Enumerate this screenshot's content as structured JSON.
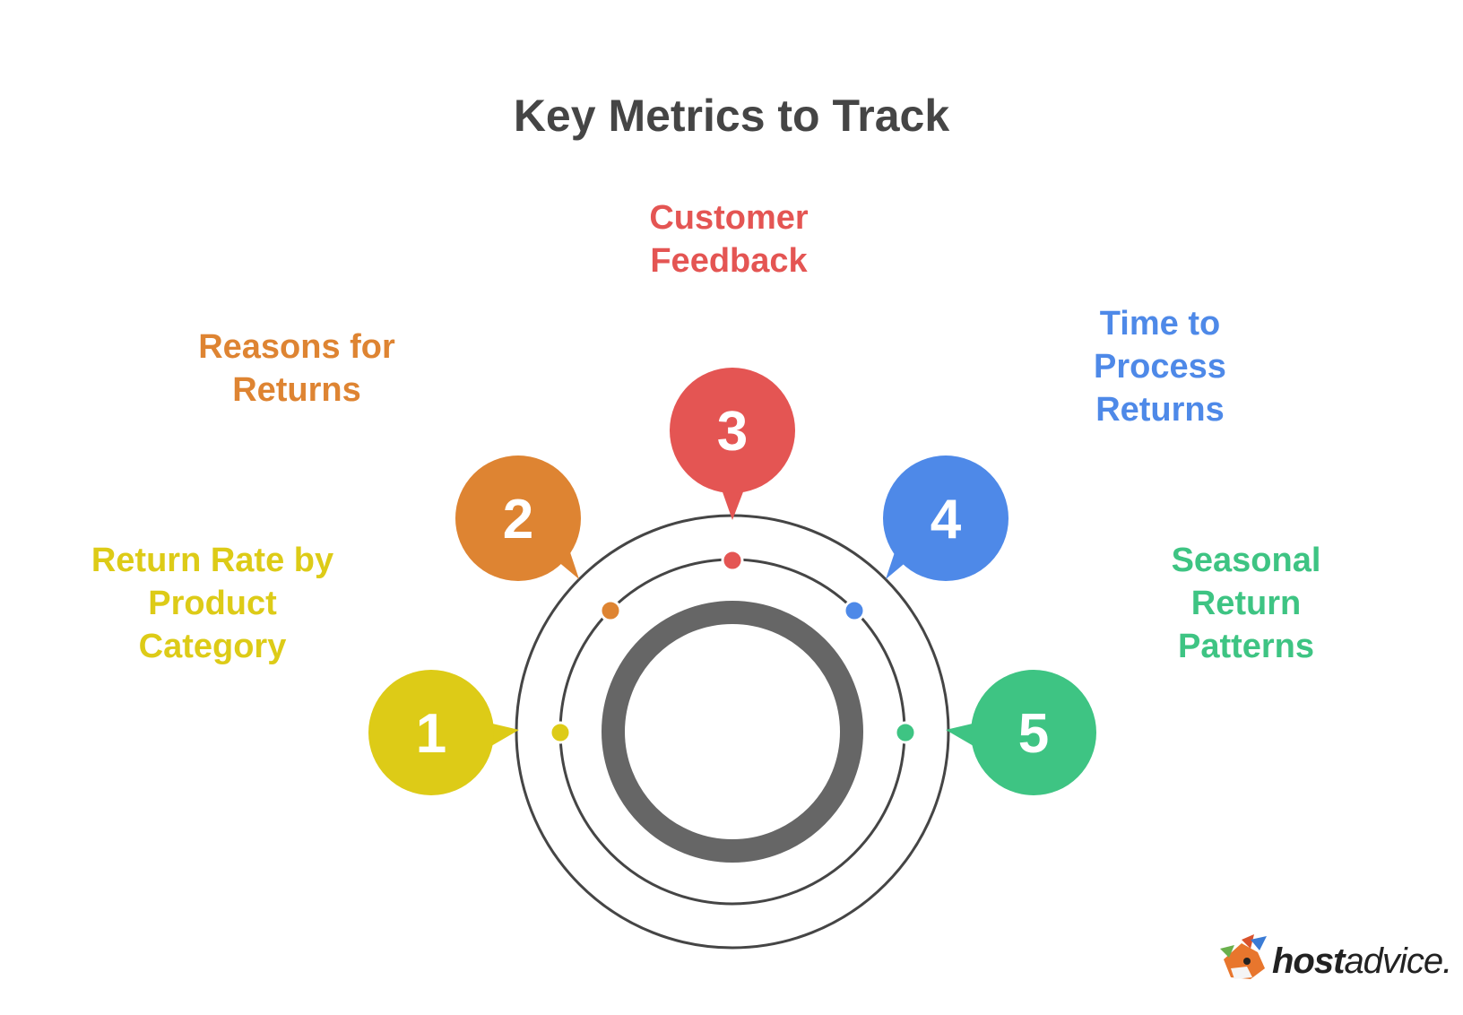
{
  "title": "Key Metrics to Track",
  "metrics": [
    {
      "number": "1",
      "lines": [
        "Return Rate by",
        "Product",
        "Category"
      ],
      "color": "#DDCB17"
    },
    {
      "number": "2",
      "lines": [
        "Reasons for",
        "Returns"
      ],
      "color": "#DE8432"
    },
    {
      "number": "3",
      "lines": [
        "Customer",
        "Feedback"
      ],
      "color": "#E45553"
    },
    {
      "number": "4",
      "lines": [
        "Time to",
        "Process",
        "Returns"
      ],
      "color": "#4E89E8"
    },
    {
      "number": "5",
      "lines": [
        "Seasonal",
        "Return",
        "Patterns"
      ],
      "color": "#3EC483"
    }
  ],
  "logo": {
    "host": "host",
    "advice": "advice."
  },
  "colors": {
    "ring": "#454545",
    "hub": "#666666",
    "title": "#454545"
  }
}
